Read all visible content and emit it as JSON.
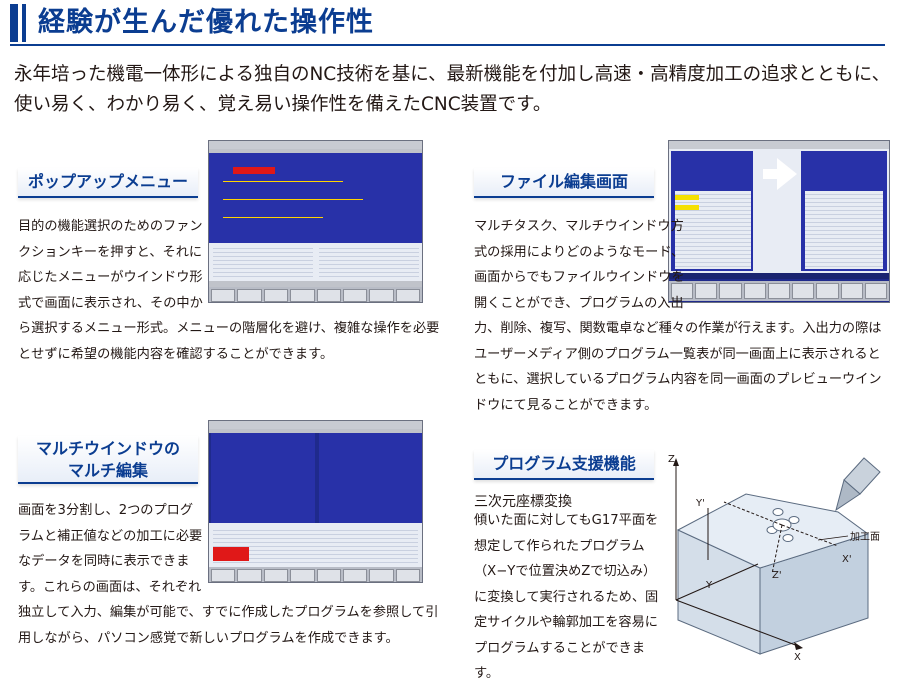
{
  "header": {
    "title": "経験が生んだ優れた操作性"
  },
  "intro": {
    "text": "永年培った機電一体形による独自のNC技術を基に、最新機能を付加し高速・高精度加工の追求とともに、使い易く、わかり易く、覚え易い操作性を備えたCNC装置です。"
  },
  "sections": {
    "popup": {
      "title": "ポップアップメニュー",
      "body": "目的の機能選択のためのファンクションキーを押すと、それに応じたメニューがウインドウ形式で画面に表示され、その中から選択するメニュー形式。メニューの階層化を避け、複雑な操作を必要とせずに希望の機能内容を確認することができます。"
    },
    "file": {
      "title": "ファイル編集画面",
      "body": "マルチタスク、マルチウインドウ方式の採用によりどのようなモード、画面からでもファイルウインドウを開くことができ、プログラムの入出力、削除、複写、関数電卓など種々の作業が行えます。入出力の際はユーザーメディア側のプログラム一覧表が同一画面上に表示されるとともに、選択しているプログラム内容を同一画面のプレビューウインドウにて見ることができます。"
    },
    "multi": {
      "title_line1": "マルチウインドウの",
      "title_line2": "マルチ編集",
      "body": "画面を3分割し、2つのプログラムと補正値などの加工に必要なデータを同時に表示できます。これらの画面は、それぞれ独立して入力、編集が可能で、すでに作成したプログラムを参照して引用しながら、パソコン感覚で新しいプログラムを作成できます。"
    },
    "support": {
      "title": "プログラム支援機能",
      "subtitle": "三次元座標変換",
      "body": "傾いた面に対してもG17平面を想定して作られたプログラム（X−Yで位置決めZで切込み）に変換して実行されるため、固定サイクルや輪郭加工を容易にプログラムすることができます。"
    }
  },
  "diagram": {
    "labels": {
      "z": "Z",
      "y_prime": "Y'",
      "x_prime": "X'",
      "z_prime": "Z'",
      "y": "Y",
      "x": "X",
      "workpiece": "加工面"
    }
  },
  "colors": {
    "brand": "#0b3d91",
    "screen_bg": "#1f2a8c",
    "text": "#231815"
  }
}
